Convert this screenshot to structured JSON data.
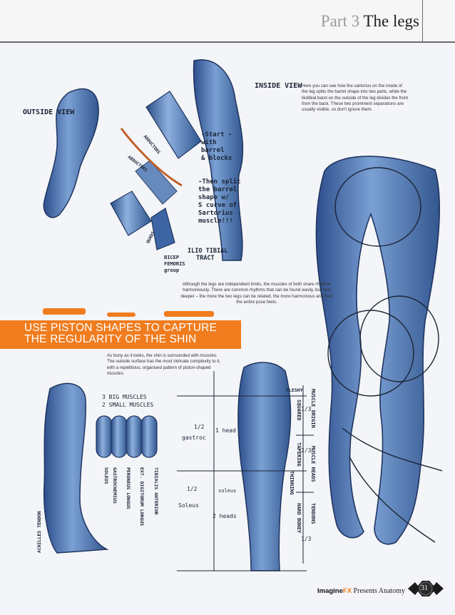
{
  "header": {
    "part": "Part 3",
    "title": "The legs"
  },
  "captions": {
    "sartorius": "Here you can see how the sartorius on the inside of the leg splits the barrel shape into two parts, while the iliotibial band on the outside of the leg divides the front from the back. These two prominent separations are usually visible, so don't ignore them.",
    "rhythms": "Although the legs are independent limbs, the muscles of both share rhythms harmoniously. There are common rhythms that can be found easily, but look deeper – the more the two legs can be related, the more harmonious and fluid the entire pose feels.",
    "shin": "As bony as it looks, the shin is surrounded with muscles. The outside surface has the most intricate complexity to it, with a repetitious, organised pattern of piston-shaped muscles."
  },
  "section_title": {
    "line1": "USE PISTON SHAPES TO CAPTURE",
    "line2": "THE REGULARITY OF THE SHIN"
  },
  "sketch_notes": {
    "outside_view": "OUTSIDE VIEW",
    "inside_view": "INSIDE VIEW",
    "start": "-Start -",
    "with": "with",
    "barrel": "barrel",
    "blocks": "& blocks",
    "then_split": "-Then split",
    "the_barrel": "the barrel",
    "shape_w": "shape w/",
    "s_curve": "S curve of",
    "sartorius": "Sartorius",
    "muscle": "muscle!!!",
    "ilio_tibial": "ILIO TIBIAL",
    "tract": "TRACT",
    "bicep": "BICEP",
    "femoris": "FEMORIS",
    "group": "group",
    "quads": "QUADS",
    "abductors": "ABDUCTORS",
    "adductors": "ADDUCTORS",
    "big_muscles": "3 BIG MUSCLES",
    "small_muscles": "2 SMALL MUSCLES",
    "achilles": "ACHILLES TENDON",
    "soleus": "SOLEUS",
    "gastrocnemius": "GASTROCNEMIUS",
    "peroneus": "PERONEUS LONGUS",
    "ext_dig": "EXT. DIGITORUM LONGUS",
    "tibialis": "TIBIALIS ANTERIOR",
    "half_1": "1/2",
    "one_head": "1 head",
    "gastroc": "gastroc",
    "half_2": "1/2",
    "soleus_1": "soleus",
    "soleus_2": "Soleus",
    "two_heads": "2 heads",
    "fleshy": "FLESHY",
    "muscle_origin": "MUSCLE ORIGIN",
    "squared": "SQUARED",
    "muscle_heads": "MUSCLE HEADS",
    "tapering": "TAPERING",
    "thinning": "THINNING",
    "one_third_1": "1/3",
    "two_thirds": "2/3",
    "tendons": "TENDONS",
    "hard_bony": "HARD BONEY",
    "one_third_2": "1/3"
  },
  "footer": {
    "brand_pre": "Imagine",
    "brand_fx": "FX",
    "presents": "Presents",
    "title": "Anatomy",
    "page": "31"
  },
  "colors": {
    "accent": "#f07c1e",
    "sketch_blue": "#4f78b5",
    "ink": "#1c2536"
  }
}
